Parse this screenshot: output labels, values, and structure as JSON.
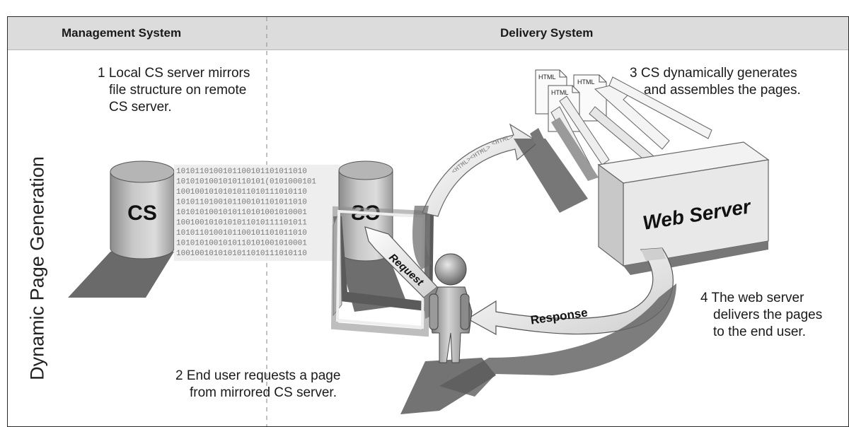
{
  "header": {
    "management_label": "Management System",
    "delivery_label": "Delivery System"
  },
  "side_title": "Dynamic Page Generation",
  "steps": {
    "step1": [
      "1 Local CS server mirrors",
      "file structure on remote",
      "CS server."
    ],
    "step2": [
      "2 End user requests a page",
      "from mirrored CS server."
    ],
    "step3": [
      "3 CS dynamically generates",
      "and assembles the pages."
    ],
    "step4": [
      "4 The web server",
      "delivers the pages",
      "to the end user."
    ]
  },
  "diagram": {
    "cs_local_label": "CS",
    "cs_remote_label": "CS",
    "web_server_label": "Web Server",
    "request_label": "Request",
    "response_label": "Response",
    "html_doc_label": "HTML",
    "stream_text": "<HTML>",
    "binary_rows": [
      "1010110100101100101101011010",
      "1010101001010110101(0101000101",
      "1001001010101011010111010110",
      "1010110100101100101101011010",
      "1010101001010110101001010001",
      "1001001010101011010111101011",
      "1010110100101100101101011010",
      "1010101001010110101001010001",
      "1001001010101011010111010110"
    ]
  }
}
